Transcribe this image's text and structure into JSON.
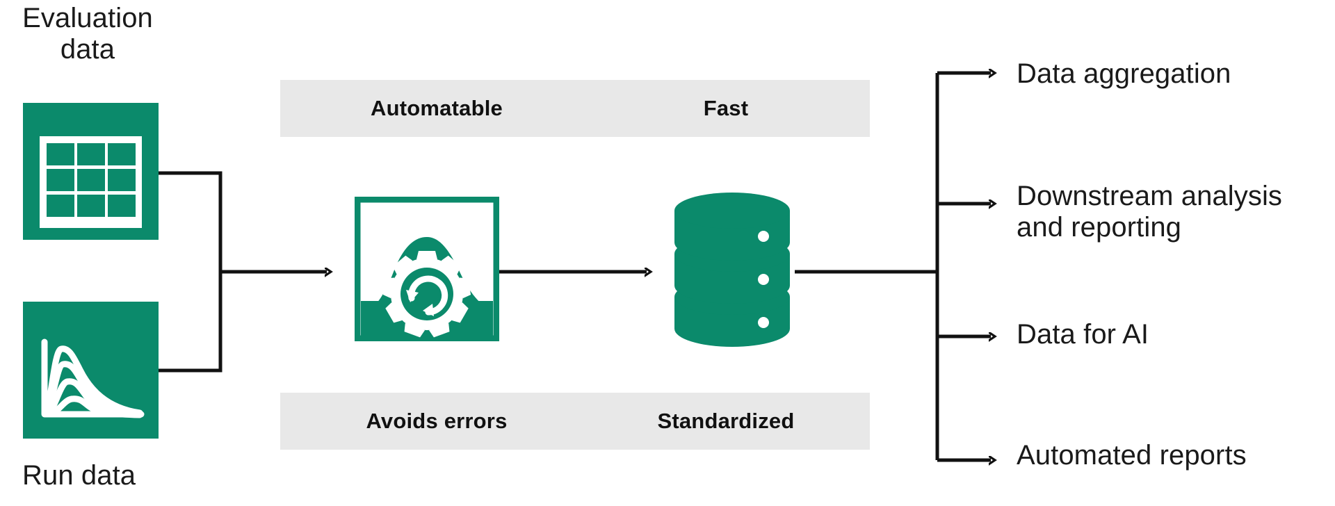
{
  "colors": {
    "brand_green": "#0b8a6b",
    "bar_gray": "#e8e8e8",
    "line_black": "#111111",
    "text": "#1a1a1a",
    "background": "#ffffff"
  },
  "inputs": [
    {
      "id": "evaluation-data",
      "label": "Evaluation\ndata",
      "icon": "table-grid-icon",
      "position": "top"
    },
    {
      "id": "run-data",
      "label": "Run data",
      "icon": "chromatogram-peaks-icon",
      "position": "bottom"
    }
  ],
  "process": {
    "icon": "data-processing-gear-icon",
    "storage_icon": "database-cylinder-icon"
  },
  "feature_bars": {
    "top": [
      "Automatable",
      "Fast"
    ],
    "bottom": [
      "Avoids errors",
      "Standardized"
    ]
  },
  "outcomes": [
    {
      "id": "data-aggregation",
      "label": "Data aggregation"
    },
    {
      "id": "downstream-analysis",
      "label": "Downstream analysis\nand reporting"
    },
    {
      "id": "data-for-ai",
      "label": "Data for AI"
    },
    {
      "id": "automated-reports",
      "label": "Automated reports"
    }
  ]
}
